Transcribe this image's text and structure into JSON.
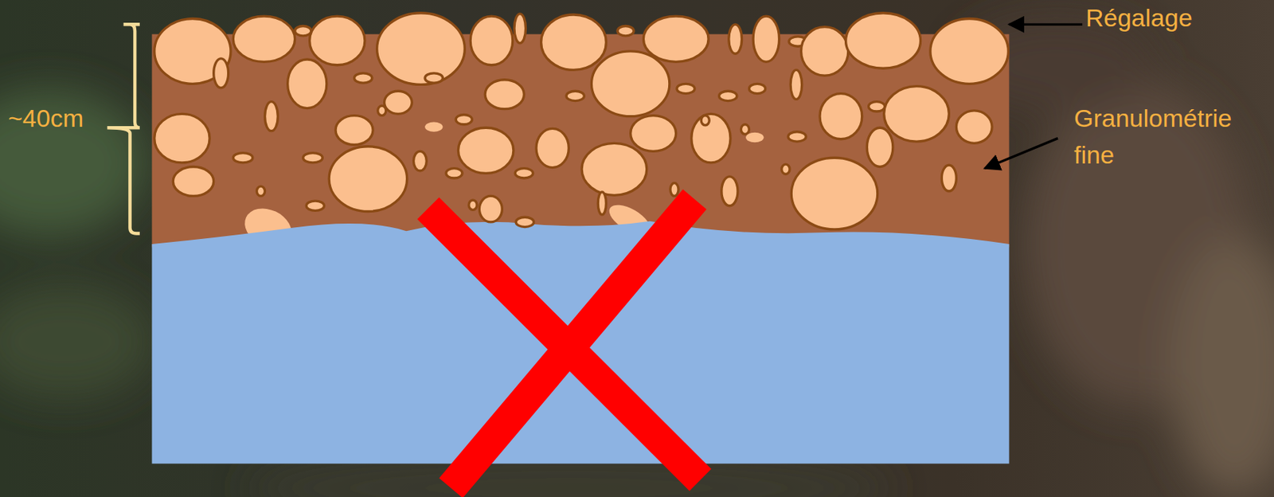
{
  "diagram": {
    "labels": [
      "~40cm",
      "Régalage",
      "Granulométrie fine"
    ]
  }
}
